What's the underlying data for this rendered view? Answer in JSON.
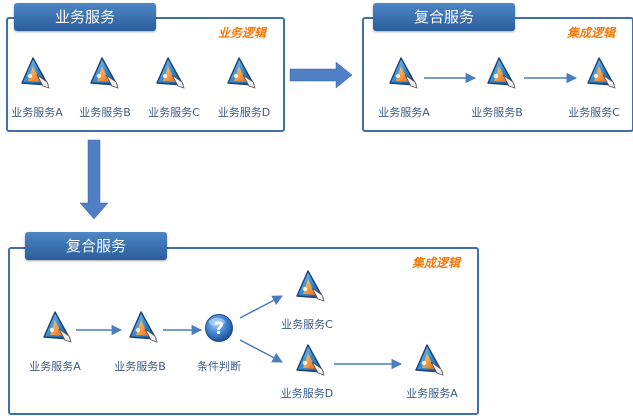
{
  "colors": {
    "panel_border": "#3f6fa9",
    "tab": "#2f66a8",
    "tag": "#f07b10",
    "label": "#3a5d86",
    "arrow": "#4a7cc0",
    "big_arrow": "#4f7fc4"
  },
  "panels": [
    {
      "title": "业务服务",
      "tag": "业务逻辑",
      "nodes": [
        "业务服务A",
        "业务服务B",
        "业务服务C",
        "业务服务D"
      ]
    },
    {
      "title": "复合服务",
      "tag": "集成逻辑",
      "nodes": [
        "业务服务A",
        "业务服务B",
        "业务服务C"
      ]
    },
    {
      "title": "复合服务",
      "tag": "集成逻辑",
      "nodes": [
        "业务服务A",
        "业务服务B",
        "条件判断",
        "业务服务C",
        "业务服务D",
        "业务服务A"
      ]
    }
  ]
}
